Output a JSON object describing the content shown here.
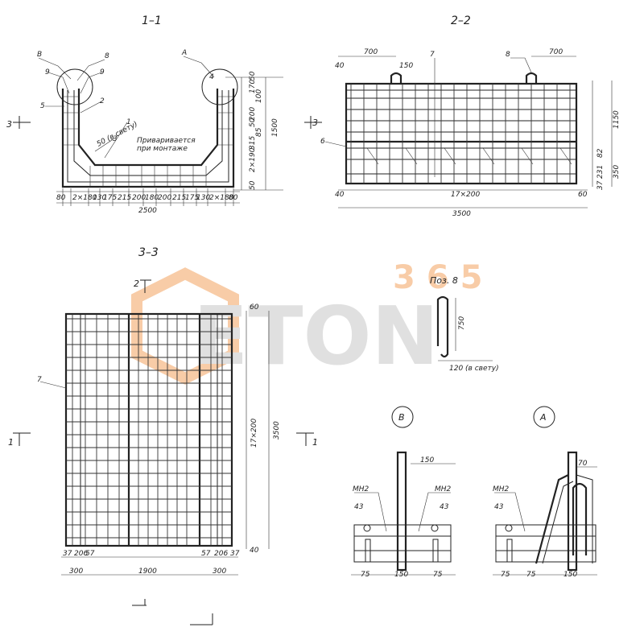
{
  "sections": {
    "s11": "1–1",
    "s22": "2–2",
    "s33": "3–3"
  },
  "labels": {
    "poz8": "Поз. 8",
    "weld1": "Приваривается",
    "weld2": "при монтаже",
    "clear": "50 (в свету)",
    "clear8": "120 (в свету)",
    "mh2": "МН2",
    "calloutB": "В",
    "calloutA": "А"
  },
  "marks": {
    "m1": "1",
    "m2": "2",
    "m3": "3",
    "m4": "4",
    "m5": "5",
    "m6": "6",
    "m7": "7",
    "m8": "8",
    "m9": "9",
    "sec1": "1",
    "sec2": "2",
    "sec3": "3"
  },
  "dims11": {
    "bottom": [
      "80",
      "2×180",
      "130",
      "175",
      "215",
      "200",
      "180",
      "200",
      "215",
      "175",
      "130",
      "2×180",
      "80"
    ],
    "total": "2500",
    "right": [
      "50",
      "170",
      "100",
      "200",
      "50",
      "85",
      "315",
      "2×190",
      "50"
    ],
    "height": "1500"
  },
  "dims22": {
    "top_left": "700",
    "top_mid": "150",
    "top_right": "700",
    "left_top": "40",
    "left_bot": "40",
    "bottom_mid": "17×200",
    "bottom_right": "60",
    "total": "3500",
    "right": [
      "1150",
      "82",
      "231",
      "37",
      "350"
    ]
  },
  "dims33": {
    "right_top": "60",
    "right_mid": "17×200",
    "right_bot": "40",
    "height": "3500",
    "bottom": [
      "37",
      "206",
      "57",
      "57",
      "206",
      "37"
    ],
    "bottom2": [
      "300",
      "1900",
      "300"
    ]
  },
  "dimsPoz8": {
    "height": "750"
  },
  "dimsB": {
    "top": "150",
    "left": "43",
    "right": "43",
    "bot": [
      "75",
      "150",
      "75"
    ]
  },
  "dimsA": {
    "top": "70",
    "left": "43",
    "bot": [
      "75",
      "75",
      "150"
    ]
  },
  "watermark": {
    "num": "365",
    "word": "ETON",
    "orange": "#f4a460",
    "grey": "#c8c8c8"
  }
}
